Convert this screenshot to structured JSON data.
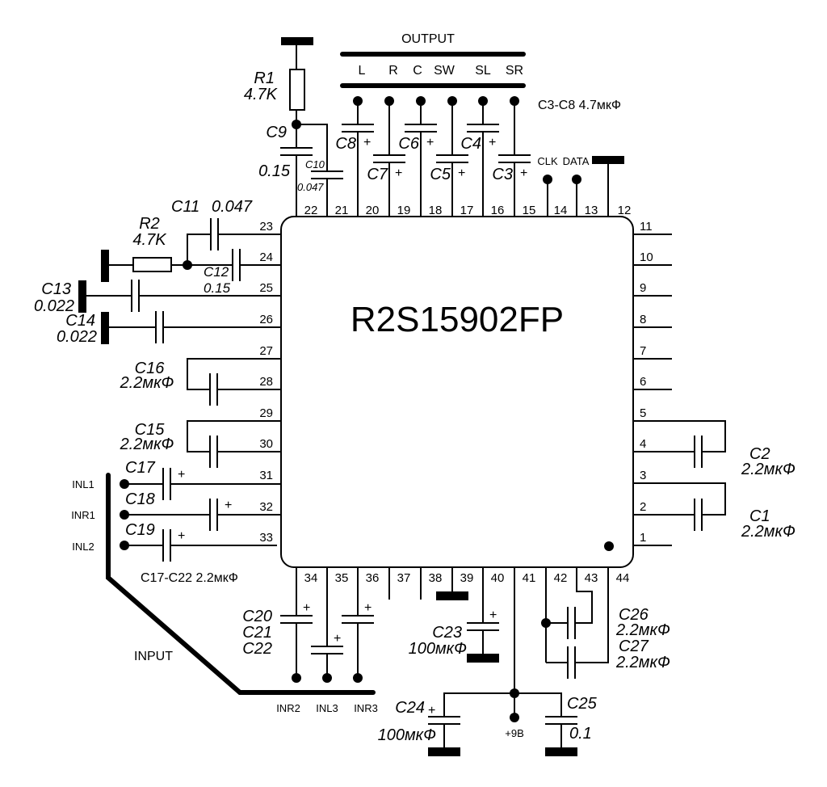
{
  "chip": {
    "name": "R2S15902FP"
  },
  "output": {
    "title": "OUTPUT",
    "channels": [
      "L",
      "R",
      "C",
      "SW",
      "SL",
      "SR"
    ],
    "note": "C3-C8 4.7мкФ"
  },
  "signals": {
    "clk": "CLK",
    "data": "DATA",
    "power": "+9В"
  },
  "pins_top": [
    "22",
    "21",
    "20",
    "19",
    "18",
    "17",
    "16",
    "15",
    "14",
    "13",
    "12"
  ],
  "pins_right": [
    "11",
    "10",
    "9",
    "8",
    "7",
    "6",
    "5",
    "4",
    "3",
    "2",
    "1"
  ],
  "pins_left": [
    "23",
    "24",
    "25",
    "26",
    "27",
    "28",
    "29",
    "30",
    "31",
    "32",
    "33"
  ],
  "pins_bottom": [
    "34",
    "35",
    "36",
    "37",
    "38",
    "39",
    "40",
    "41",
    "42",
    "43",
    "44"
  ],
  "components": {
    "R1": {
      "name": "R1",
      "value": "4.7K"
    },
    "R2": {
      "name": "R2",
      "value": "4.7K"
    },
    "C1": {
      "name": "C1",
      "value": "2.2мкФ"
    },
    "C2": {
      "name": "C2",
      "value": "2.2мкФ"
    },
    "C3": {
      "name": "C3"
    },
    "C4": {
      "name": "C4"
    },
    "C5": {
      "name": "C5"
    },
    "C6": {
      "name": "C6"
    },
    "C7": {
      "name": "C7"
    },
    "C8": {
      "name": "C8"
    },
    "C9": {
      "name": "C9",
      "value": "0.15"
    },
    "C10": {
      "name": "C10",
      "value": "0.047"
    },
    "C11": {
      "name": "C11",
      "value": "0.047"
    },
    "C12": {
      "name": "C12",
      "value": "0.15"
    },
    "C13": {
      "name": "C13",
      "value": "0.022"
    },
    "C14": {
      "name": "C14",
      "value": "0.022"
    },
    "C15": {
      "name": "C15",
      "value": "2.2мкФ"
    },
    "C16": {
      "name": "C16",
      "value": "2.2мкФ"
    },
    "C17": {
      "name": "C17"
    },
    "C18": {
      "name": "C18"
    },
    "C19": {
      "name": "C19"
    },
    "C20": {
      "name": "C20"
    },
    "C21": {
      "name": "C21"
    },
    "C22": {
      "name": "C22"
    },
    "C23": {
      "name": "C23",
      "value": "100мкФ"
    },
    "C24": {
      "name": "C24",
      "value": "100мкФ"
    },
    "C25": {
      "name": "C25",
      "value": "0.1"
    },
    "C26": {
      "name": "C26",
      "value": "2.2мкФ"
    },
    "C27": {
      "name": "C27",
      "value": "2.2мкФ"
    }
  },
  "input": {
    "title": "INPUT",
    "left_labels": [
      "INL1",
      "INR1",
      "INL2"
    ],
    "bottom_labels": [
      "INR2",
      "INL3",
      "INR3"
    ],
    "note": "C17-C22 2.2мкФ"
  },
  "plus": "+"
}
